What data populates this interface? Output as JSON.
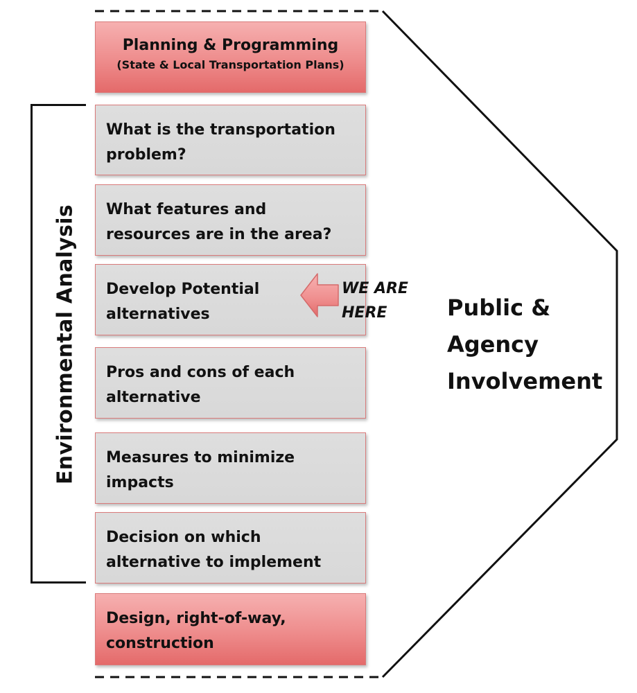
{
  "top_step": {
    "title": "Planning & Programming",
    "subtitle": "(State & Local Transportation Plans)"
  },
  "environmental_steps": [
    {
      "line1": "What is the transportation",
      "line2": "problem?"
    },
    {
      "line1": "What features and",
      "line2": "resources are in the area?"
    },
    {
      "line1": "Develop Potential",
      "line2": "alternatives"
    },
    {
      "line1": "Pros and cons of each",
      "line2": "alternative"
    },
    {
      "line1": "Measures to minimize",
      "line2": "impacts"
    },
    {
      "line1": "Decision on which",
      "line2": "alternative to implement"
    }
  ],
  "bottom_step": {
    "line1": "Design, right-of-way,",
    "line2": "construction"
  },
  "marker": {
    "line1": "WE ARE",
    "line2": "HERE",
    "icon": "left-arrow-icon"
  },
  "side_labels": {
    "environmental": "Environmental Analysis",
    "public_line1": "Public &",
    "public_line2": "Agency",
    "public_line3": "Involvement"
  },
  "colors": {
    "red_box": "#ee8c8c",
    "grey_box": "#d8d8d8",
    "border": "#d97a7a",
    "arrow": "#f08a8a"
  }
}
